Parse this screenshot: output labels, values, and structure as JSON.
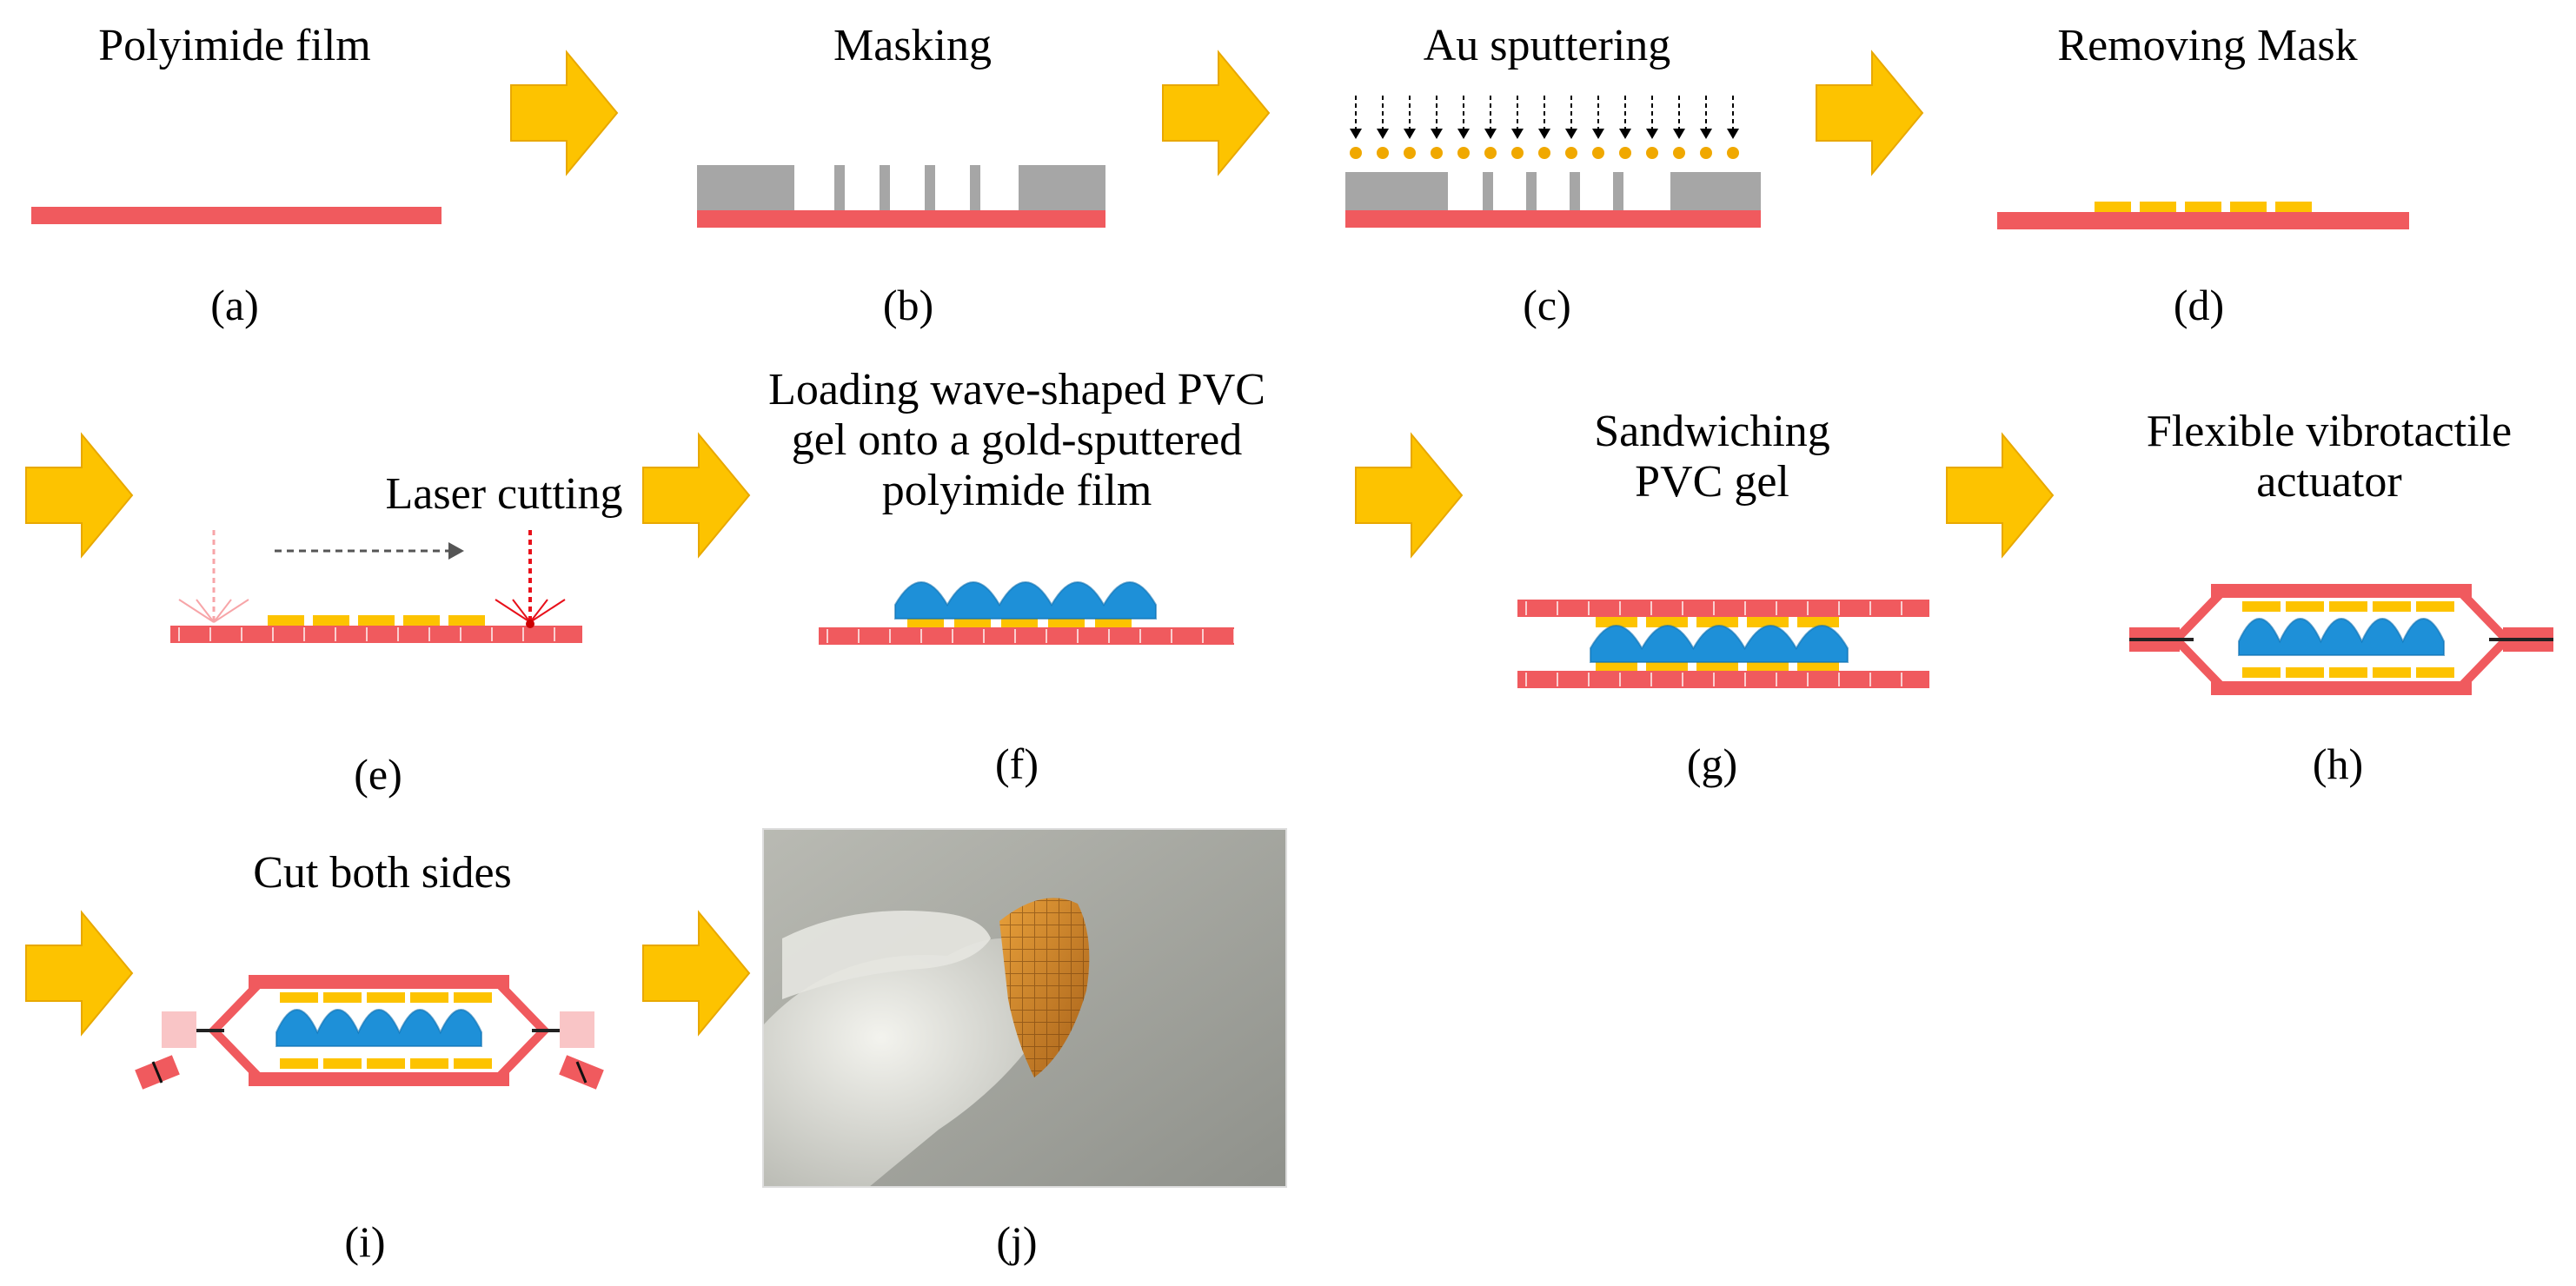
{
  "colors": {
    "film": "#f05a5e",
    "gold": "#fdc300",
    "gel": "#1e90d8",
    "mask": "#a6a6a6",
    "arrow": "#fdc300",
    "arrow_edge": "#e8a800",
    "text": "#000000"
  },
  "steps": [
    {
      "id": "a",
      "title_lines": [
        "Polyimide film"
      ],
      "caption": "(a)"
    },
    {
      "id": "b",
      "title_lines": [
        "Masking"
      ],
      "caption": "(b)"
    },
    {
      "id": "c",
      "title_lines": [
        "Au sputtering"
      ],
      "caption": "(c)"
    },
    {
      "id": "d",
      "title_lines": [
        "Removing Mask"
      ],
      "caption": "(d)"
    },
    {
      "id": "e",
      "title_lines": [
        "Laser cutting"
      ],
      "caption": "(e)"
    },
    {
      "id": "f",
      "title_lines": [
        "Loading wave-shaped PVC",
        "gel onto a gold-sputtered",
        "polyimide film"
      ],
      "caption": "(f)"
    },
    {
      "id": "g",
      "title_lines": [
        "Sandwiching",
        "PVC gel"
      ],
      "caption": "(g)"
    },
    {
      "id": "h",
      "title_lines": [
        "Flexible vibrotactile",
        "actuator"
      ],
      "caption": "(h)"
    },
    {
      "id": "i",
      "title_lines": [
        "Cut both sides"
      ],
      "caption": "(i)"
    },
    {
      "id": "j",
      "title_lines": [],
      "caption": "(j)"
    }
  ],
  "photo": {
    "icon": "finger-holding-actuator-photo"
  },
  "icons": {
    "arrow": "process-arrow-icon",
    "laser": "laser-beam-icon",
    "sputter": "sputter-particle-icon"
  }
}
